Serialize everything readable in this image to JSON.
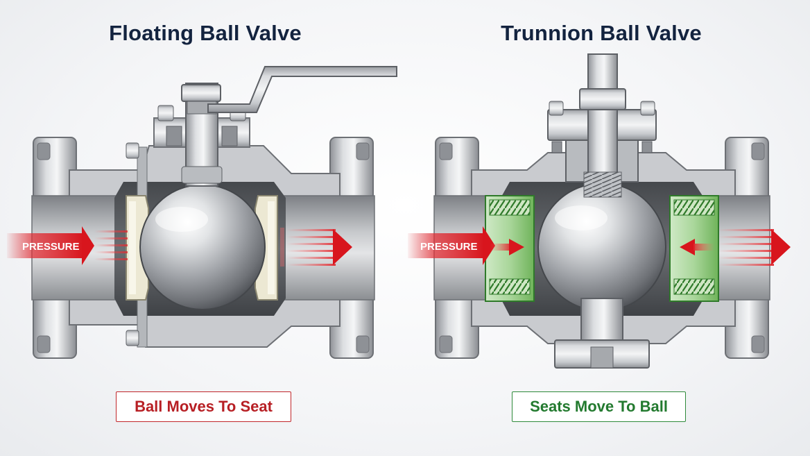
{
  "titles": {
    "left": "Floating Ball Valve",
    "right": "Trunnion Ball Valve"
  },
  "labels": {
    "pressure_left": "PRESSURE",
    "pressure_right": "PRESSURE"
  },
  "captions": {
    "left": "Ball Moves To Seat",
    "right": "Seats Move To Ball"
  },
  "colors": {
    "title": "#13233f",
    "arrow_red": "#d8151d",
    "caption_red": "#c0262a",
    "caption_green": "#2e8a3a",
    "seat_green": "#6fb35a",
    "seat_tan": "#e8e3cc"
  }
}
